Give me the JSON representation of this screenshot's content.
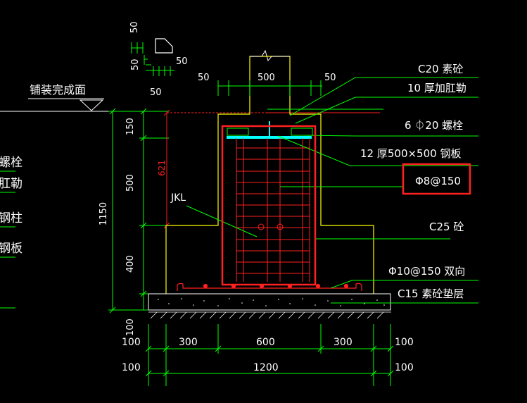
{
  "colors": {
    "background": "#000000",
    "white": "#ffffff",
    "green": "#00ff00",
    "red": "#ff2020",
    "yellow": "#ffff00",
    "cyan": "#00ffff",
    "highlight_box": "#ff2020"
  },
  "top_details": {
    "dim_50_vertical_top": "50",
    "dim_50_vertical_left": "50",
    "dim_50_chamfer": "50",
    "dim_50_horizontal": "50",
    "dim_50_left_of_column": "50",
    "dim_50_right_of_column": "50",
    "column_width": "500"
  },
  "left_labels": {
    "paving_surface": "铺装完成面",
    "cut_1": "螺栓",
    "cut_2": "肛勒",
    "cut_3": "钢柱",
    "cut_4": "钢板"
  },
  "vertical_dims": {
    "total": "1150",
    "d150": "150",
    "d500": "500",
    "d400": "400",
    "d100": "100",
    "red_621": "621"
  },
  "bottom_dims": {
    "row1": [
      "100",
      "300",
      "600",
      "300",
      "100"
    ],
    "row2": [
      "100",
      "1200",
      "100"
    ]
  },
  "callouts": {
    "c20": "C20  素砼",
    "stiffener": "10 厚加肛勒",
    "bolts": "6 ⏀20  螺栓",
    "plate": "12 厚500×500   钢板",
    "stirrup": "Φ8@150",
    "c25": "C25   砼",
    "bottom_rebar": "Φ10@150    双向",
    "c15": "C15   素砼垫层",
    "jkl": "JKL"
  }
}
